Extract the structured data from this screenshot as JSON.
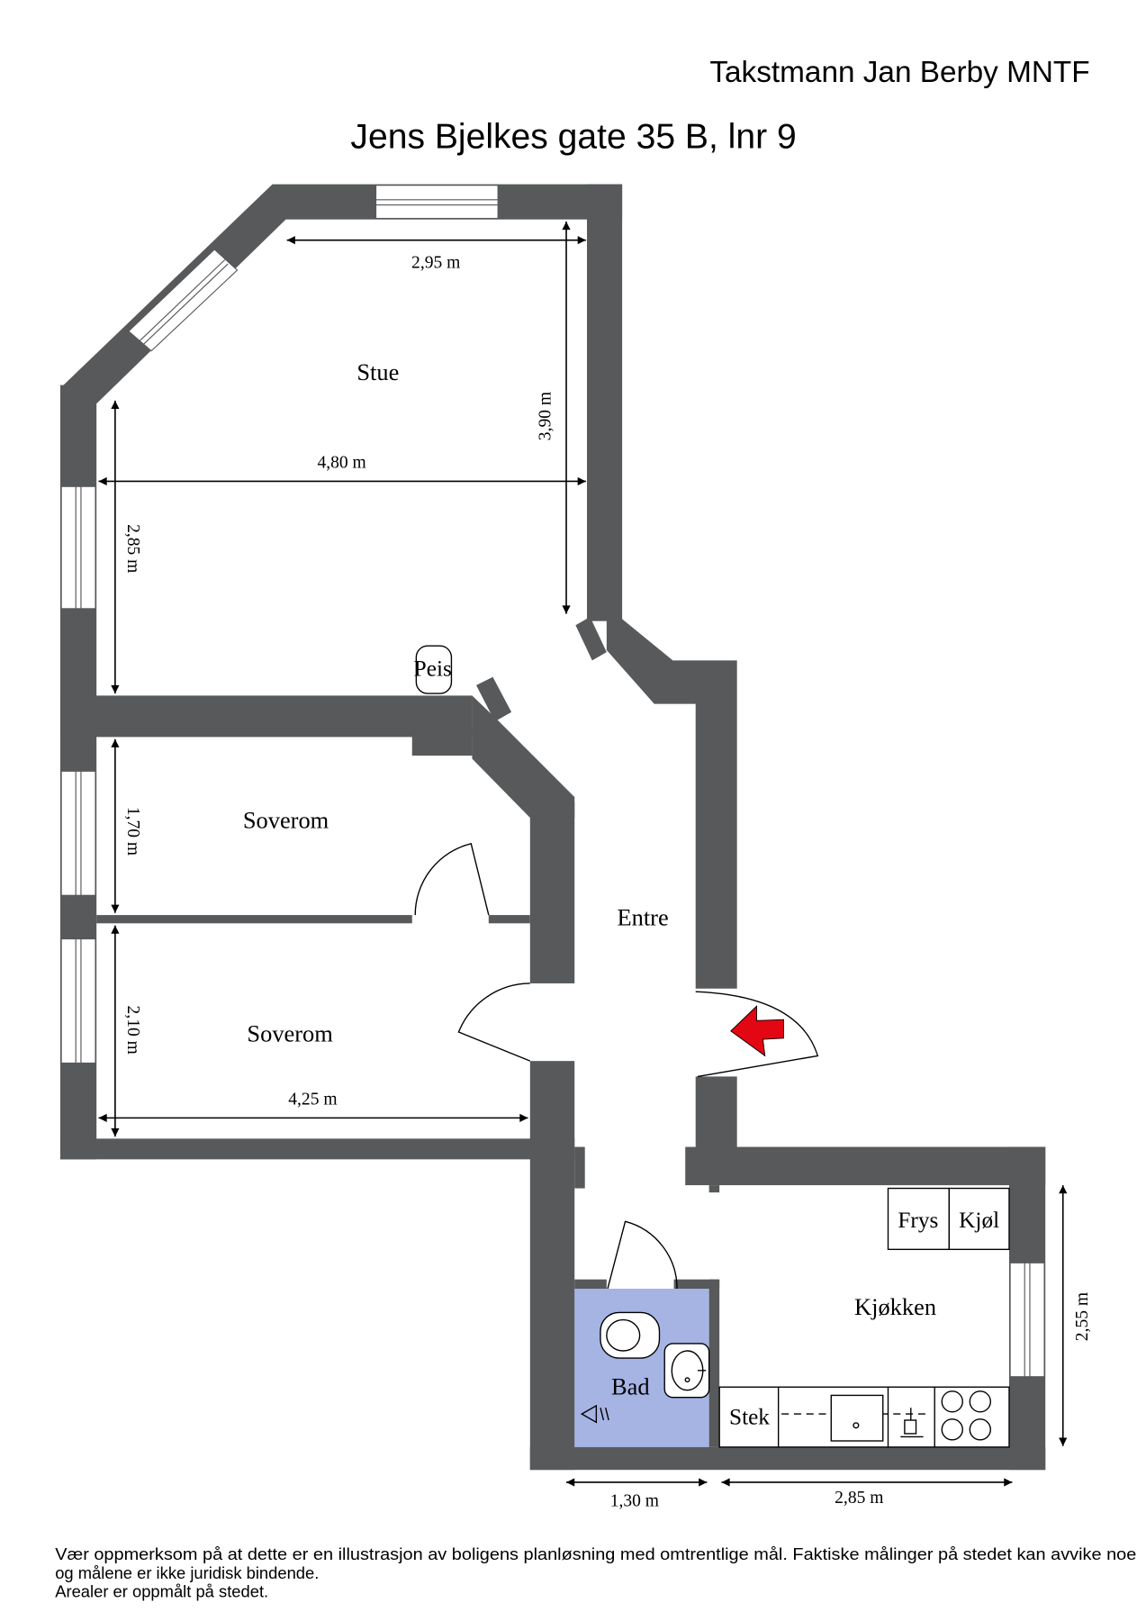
{
  "header": {
    "company": "Takstmann Jan Berby MNTF",
    "address": "Jens Bjelkes gate 35 B, lnr 9"
  },
  "rooms": {
    "stue": "Stue",
    "soverom_1": "Soverom",
    "soverom_2": "Soverom",
    "entre": "Entre",
    "kjokken": "Kjøkken",
    "bad": "Bad"
  },
  "fixtures": {
    "peis": "Peis",
    "frys": "Frys",
    "kjol": "Kjøl",
    "stek": "Stek"
  },
  "dimensions": {
    "stue_top": "2,95 m",
    "stue_right": "3,90 m",
    "stue_width": "4,80 m",
    "stue_left": "2,85 m",
    "soverom_1_depth": "1,70 m",
    "soverom_2_depth": "2,10 m",
    "soverom_2_width": "4,25 m",
    "kjokken_depth": "2,55 m",
    "bad_width": "1,30 m",
    "kjokken_width": "2,85 m"
  },
  "footer": {
    "line_1": "Vær oppmerksom på at dette er en illustrasjon av boligens planløsning med omtrentlige mål. Faktiske målinger på stedet kan avvike noe",
    "line_2": "og målene er ikke juridisk bindende.",
    "line_3": "Arealer er oppmålt på stedet."
  },
  "colors": {
    "wall": "#58595b",
    "bathroom": "#a6b4e4",
    "entrance_arrow": "#e30613",
    "window": "#ffffff",
    "ink": "#000000"
  },
  "icons": {
    "entrance": "entrance-arrow-icon",
    "fireplace": "fireplace-icon",
    "toilet": "toilet-icon",
    "washbasin": "washbasin-icon",
    "shower": "shower-icon",
    "kitchen_sink": "kitchen-sink-icon",
    "dishwasher": "dishwasher-icon",
    "cooktop": "cooktop-icon"
  }
}
